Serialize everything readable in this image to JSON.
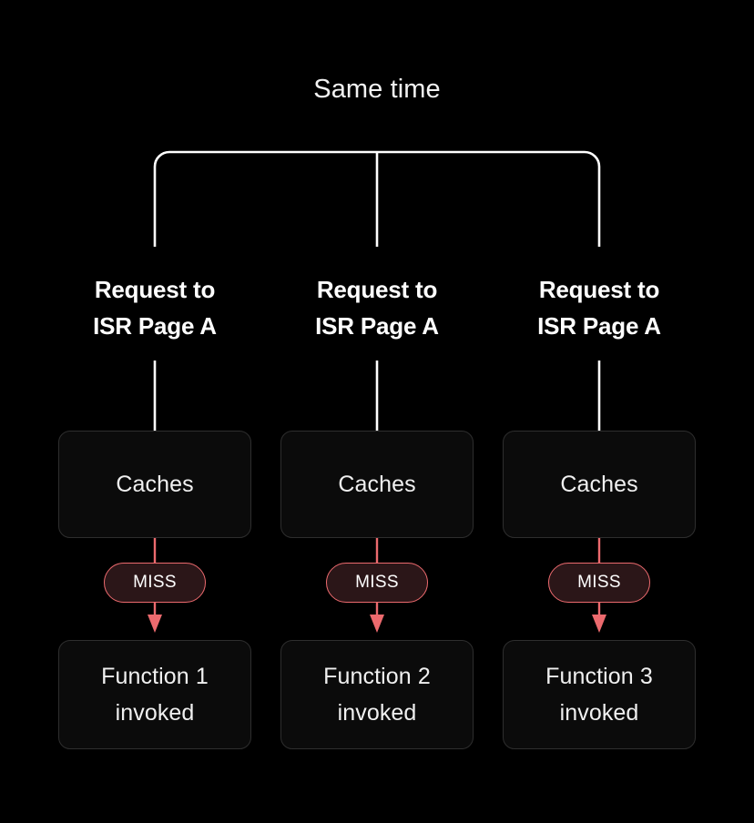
{
  "diagram": {
    "title": "Same time",
    "background_color": "#000000",
    "accent_red": "#ec6a6e",
    "box_fill": "#0b0b0b",
    "box_border": "#2e2e2e",
    "badge_fill": "#2b1618",
    "wire_white": "#ffffff",
    "columns": [
      {
        "request_line1": "Request to",
        "request_line2": "ISR Page A",
        "cache_label": "Caches",
        "badge_label": "MISS",
        "function_line1": "Function 1",
        "function_line2": "invoked"
      },
      {
        "request_line1": "Request to",
        "request_line2": "ISR Page A",
        "cache_label": "Caches",
        "badge_label": "MISS",
        "function_line1": "Function 2",
        "function_line2": "invoked"
      },
      {
        "request_line1": "Request to",
        "request_line2": "ISR Page A",
        "cache_label": "Caches",
        "badge_label": "MISS",
        "function_line1": "Function 3",
        "function_line2": "invoked"
      }
    ]
  }
}
